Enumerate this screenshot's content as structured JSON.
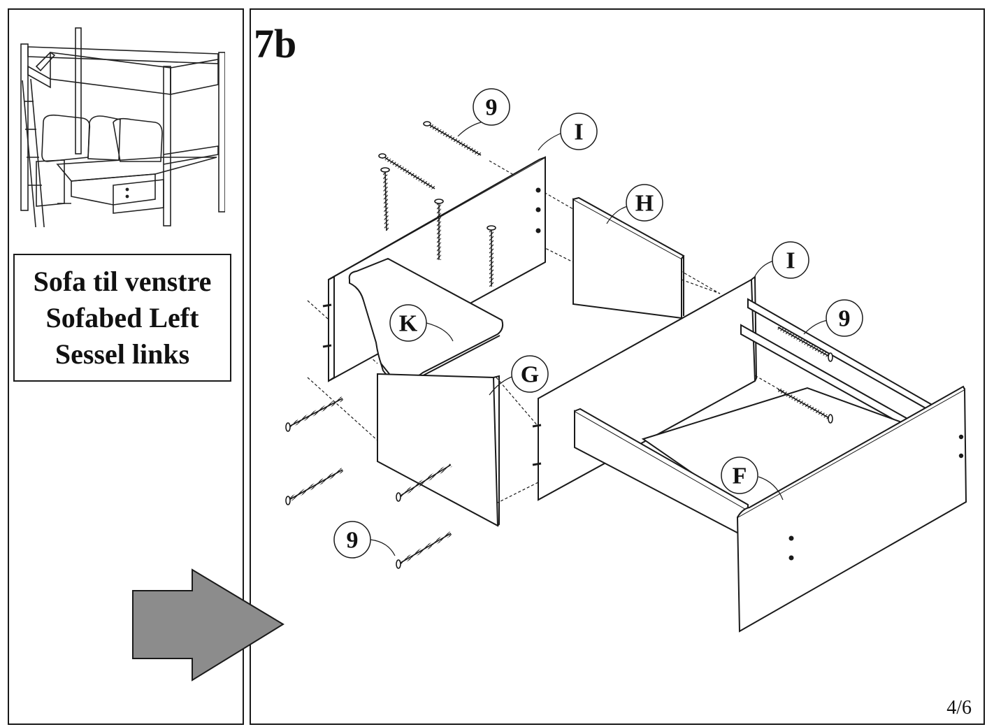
{
  "caption": {
    "line1": "Sofa til venstre",
    "line2": "Sofabed Left",
    "line3": "Sessel links"
  },
  "step": "7b",
  "page": "4/6",
  "parts": {
    "I_top": "I",
    "I_right": "I",
    "H": "H",
    "K": "K",
    "G": "G",
    "F": "F",
    "screw_top": "9",
    "screw_right": "9",
    "screw_bottom": "9"
  },
  "colors": {
    "ink": "#1a1a1a",
    "arrow_fill": "#8c8c8c"
  },
  "icons": {
    "next_arrow": "right-arrow-icon",
    "preview": "loft-bed-sofa-thumbnail"
  }
}
